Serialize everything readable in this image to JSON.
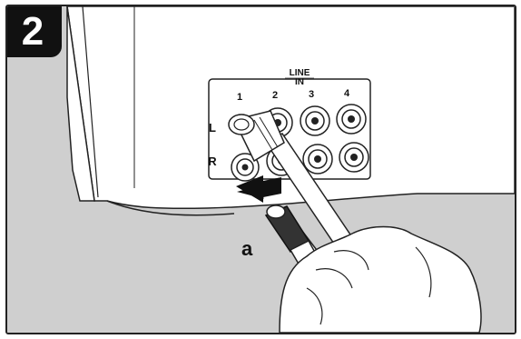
{
  "step": {
    "number": "2"
  },
  "panel": {
    "section_label": "LINE IN",
    "section_line1": "LINE",
    "section_line2": "IN",
    "column_labels": [
      "1",
      "2",
      "3",
      "4"
    ],
    "row_labels": [
      "L",
      "R"
    ]
  },
  "callout": {
    "label": "a"
  }
}
